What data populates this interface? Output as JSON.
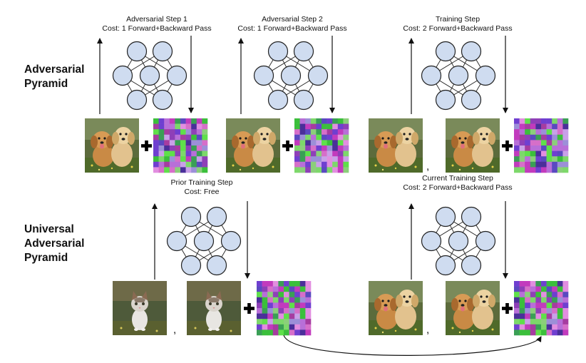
{
  "row_labels": {
    "adversarial": "Adversarial\nPyramid",
    "universal": "Universal\nAdversarial\nPyramid"
  },
  "steps": {
    "adv1": {
      "title": "Adversarial Step 1",
      "cost": "Cost: 1 Forward+Backward Pass"
    },
    "adv2": {
      "title": "Adversarial Step 2",
      "cost": "Cost: 1 Forward+Backward Pass"
    },
    "train": {
      "title": "Training Step",
      "cost": "Cost: 2 Forward+Backward Pass"
    },
    "prior": {
      "title": "Prior Training Step",
      "cost": "Cost: Free"
    },
    "current": {
      "title": "Current Training Step",
      "cost": "Cost: 2 Forward+Backward Pass"
    }
  },
  "symbols": {
    "plus": "+",
    "comma": ","
  },
  "images": {
    "puppy": "puppies-photo",
    "kitten": "kitten-photo",
    "noise": "perturbation-noise"
  },
  "colors": {
    "node_fill": "#cfdcf0",
    "node_stroke": "#222222",
    "arrow": "#111111"
  }
}
